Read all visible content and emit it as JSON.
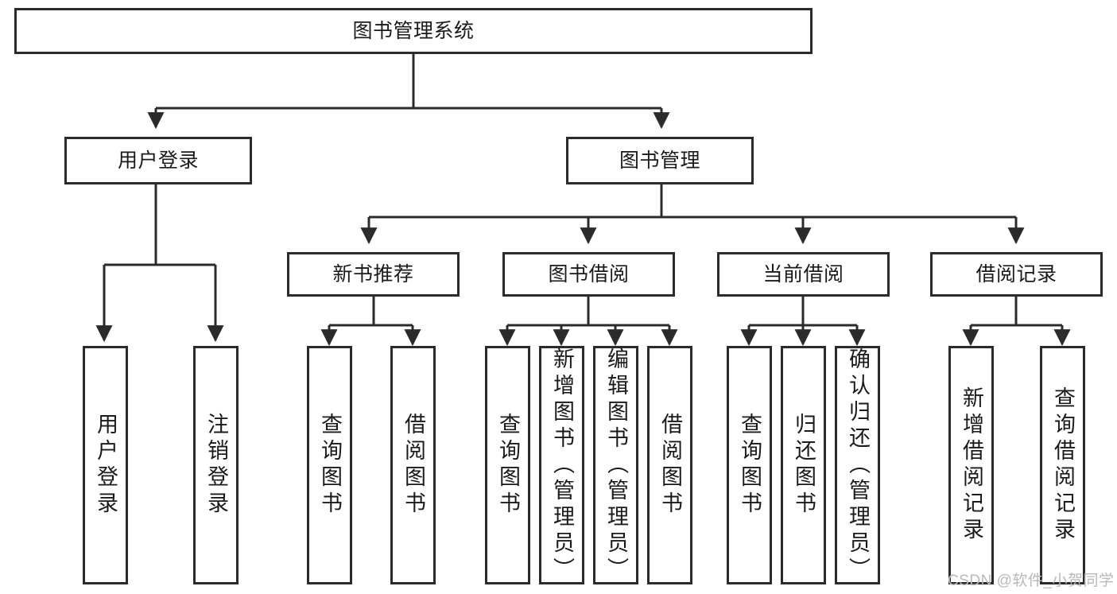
{
  "diagram": {
    "title": "图书管理系统",
    "type": "tree",
    "stroke_color": "#2b2b2b",
    "fill_color": "#ffffff",
    "text_color": "#1a1a1a",
    "background": "#ffffff"
  },
  "nodes": {
    "root": {
      "label": "图书管理系统"
    },
    "level2": [
      {
        "label": "用户登录"
      },
      {
        "label": "图书管理"
      }
    ],
    "level3": [
      {
        "label": "新书推荐"
      },
      {
        "label": "图书借阅"
      },
      {
        "label": "当前借阅"
      },
      {
        "label": "借阅记录"
      }
    ],
    "leaves_user_login": [
      {
        "label": "用户登录"
      },
      {
        "label": "注销登录"
      }
    ],
    "leaves_new_books": [
      {
        "label": "查询图书"
      },
      {
        "label": "借阅图书"
      }
    ],
    "leaves_borrow": [
      {
        "label": "查询图书"
      },
      {
        "label": "新增图书（管理员）"
      },
      {
        "label": "编辑图书（管理员）"
      },
      {
        "label": "借阅图书"
      }
    ],
    "leaves_current": [
      {
        "label": "查询图书"
      },
      {
        "label": "归还图书"
      },
      {
        "label": "确认归还（管理员）"
      }
    ],
    "leaves_records": [
      {
        "label": "新增借阅记录"
      },
      {
        "label": "查询借阅记录"
      }
    ]
  },
  "watermark": {
    "text": "CSDN @软件_小贺同学",
    "color": "#b9b9b9"
  }
}
